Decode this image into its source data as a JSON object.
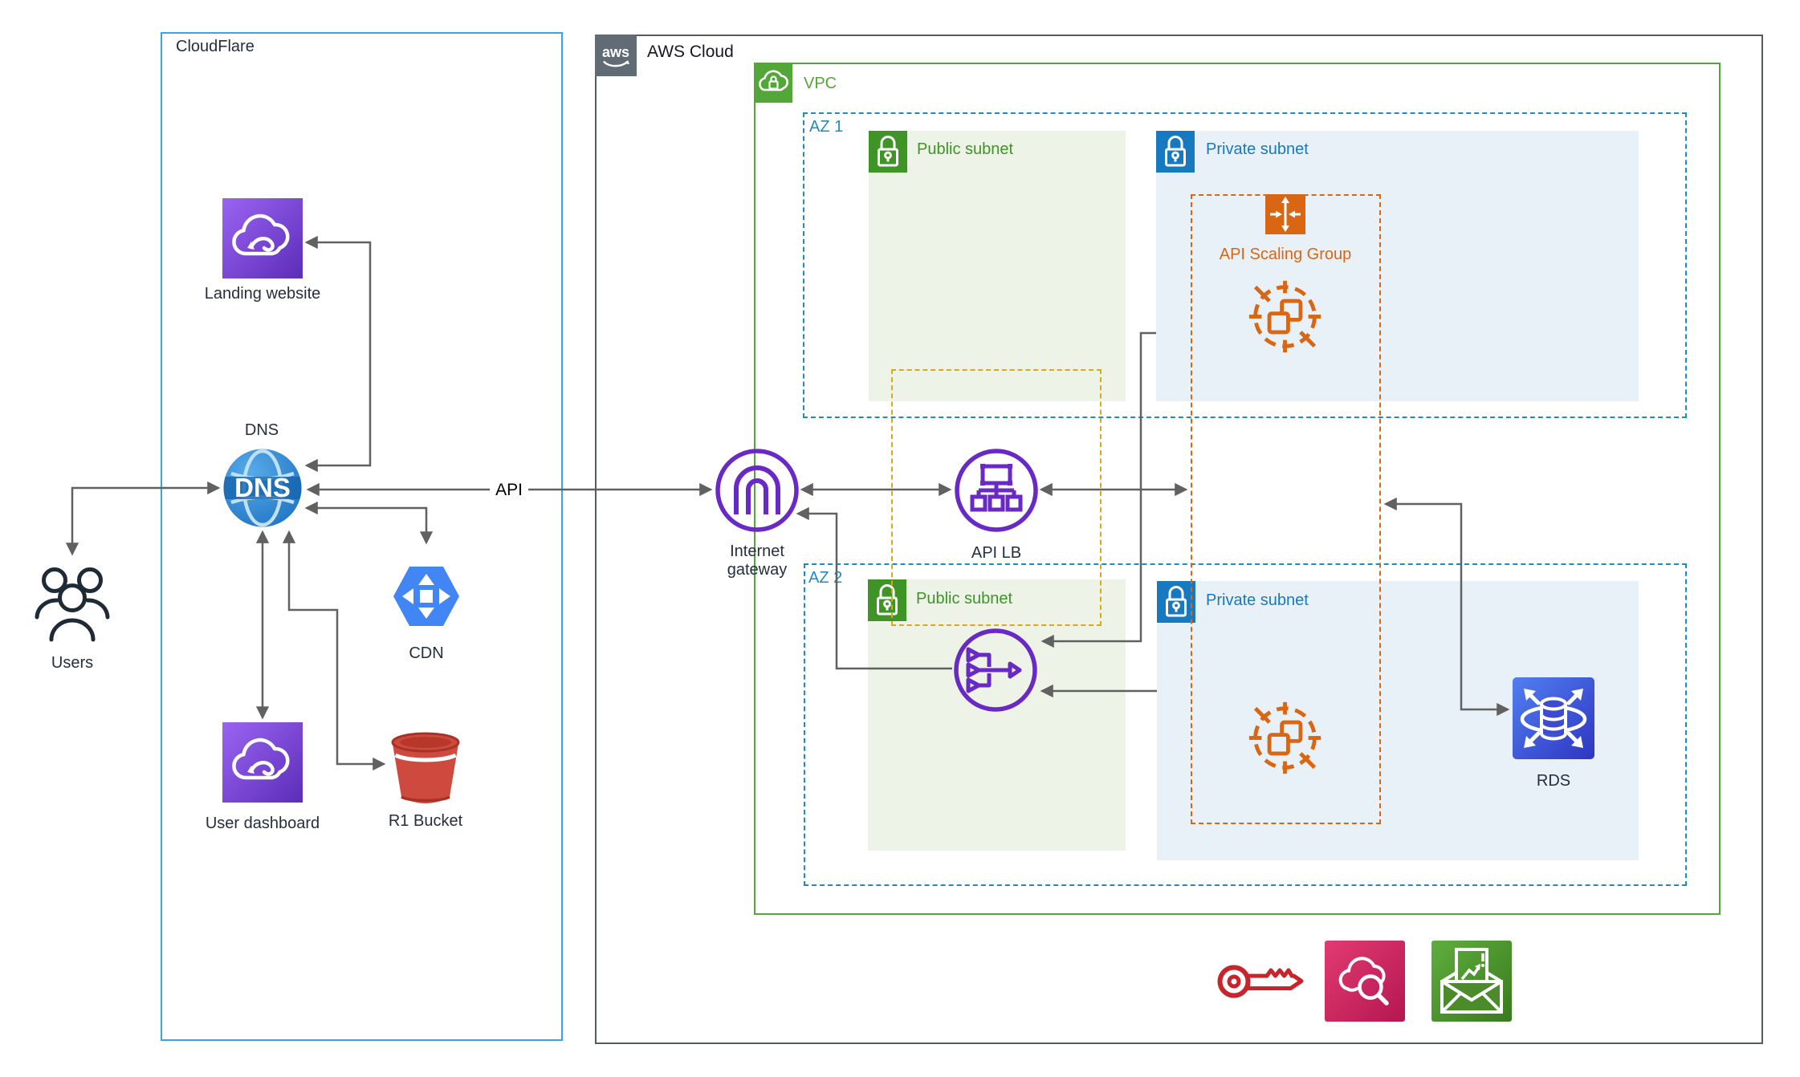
{
  "diagram": {
    "cloudflare": {
      "title": "CloudFlare"
    },
    "users": {
      "label": "Users"
    },
    "aws": {
      "title": "AWS Cloud",
      "logo": "aws"
    },
    "vpc": {
      "title": "VPC"
    },
    "zones": {
      "az1": "AZ 1",
      "az2": "AZ 2"
    },
    "subnets": {
      "public": "Public subnet",
      "private": "Private subnet"
    },
    "scaling_group": {
      "title": "API Scaling Group"
    },
    "nodes": {
      "landing": "Landing website",
      "dns": "DNS",
      "cdn": "CDN",
      "dashboard": "User dashboard",
      "bucket": "R1 Bucket",
      "igw": "Internet gateway",
      "api_lb": "API LB",
      "rds": "RDS"
    },
    "edge_labels": {
      "api": "API"
    }
  },
  "colors": {
    "cf_border": "#3FA0E5",
    "aws_border": "#545B64",
    "aws_badge": "#606B76",
    "vpc_green": "#53A638",
    "az_blue": "#1E8BC3",
    "public_fill": "#EDF4E7",
    "public_green": "#3E9426",
    "private_fill": "#E8F1F8",
    "private_blue": "#1779BF",
    "orange": "#D86613",
    "gold": "#D9A916",
    "purple": "#6929C4",
    "arrow": "#616161",
    "label": "#232F3E",
    "cdn_blue": "#4285F4",
    "bucket_red": "#CE4A3E",
    "bucket_dark": "#A93226",
    "key_red": "#C7242C"
  }
}
